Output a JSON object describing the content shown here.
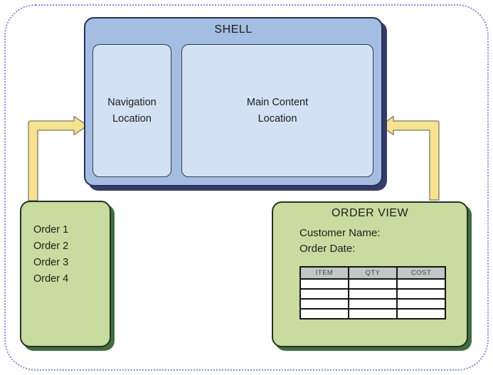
{
  "diagram": {
    "shell": {
      "title": "SHELL",
      "navigation_label": "Navigation\nLocation",
      "main_content_label": "Main Content\nLocation"
    },
    "orders_list": {
      "items": [
        "Order 1",
        "Order 2",
        "Order 3",
        "Order 4"
      ]
    },
    "order_view": {
      "title": "ORDER VIEW",
      "customer_name_label": "Customer Name:",
      "order_date_label": "Order Date:",
      "table": {
        "headers": [
          "ITEM",
          "QTY",
          "COST"
        ],
        "rows": [
          [
            "",
            "",
            ""
          ],
          [
            "",
            "",
            ""
          ],
          [
            "",
            "",
            ""
          ],
          [
            "",
            "",
            ""
          ]
        ]
      }
    },
    "connectors": [
      {
        "name": "orders-list-to-shell-arrow",
        "direction": "into-left-edge"
      },
      {
        "name": "order-view-to-shell-arrow",
        "direction": "into-right-edge"
      }
    ],
    "colors": {
      "shell_fill": "#a4bde2",
      "shell_border": "#273059",
      "shell_shadow": "#363c66",
      "panel_fill": "#d2e1f3",
      "green_fill": "#c9dc9f",
      "green_shadow": "#406c42",
      "arrow_fill": "#f6e290",
      "arrow_stroke": "#8d8c73",
      "dotted_frame": "#8290cf",
      "table_header_fill": "#c3c6c8"
    }
  }
}
